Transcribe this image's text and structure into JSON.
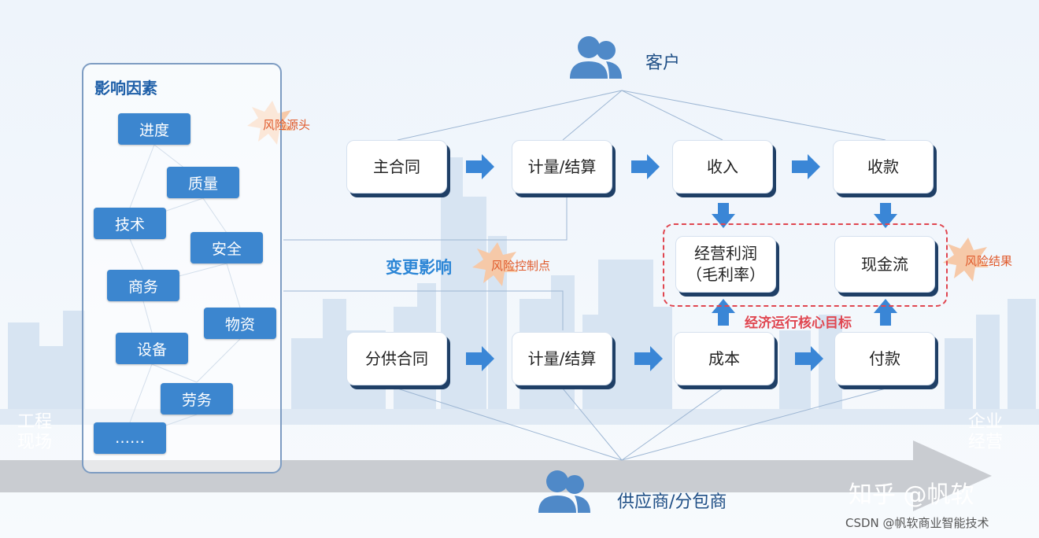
{
  "factors_panel": {
    "title": "影响因素",
    "items": [
      "进度",
      "质量",
      "技术",
      "安全",
      "商务",
      "物资",
      "设备",
      "劳务",
      "……"
    ]
  },
  "risk_tags": {
    "source": "风险源头",
    "control": "风险控制点",
    "result": "风险结果"
  },
  "change_label": "变更影响",
  "customer_label": "客户",
  "supplier_label": "供应商/分包商",
  "top_row": {
    "main_contract": "主合同",
    "measure_settle": "计量/结算",
    "revenue": "收入",
    "collection": "收款"
  },
  "bottom_row": {
    "subcontract": "分供合同",
    "measure_settle": "计量/结算",
    "cost": "成本",
    "payment": "付款"
  },
  "targets": {
    "profit_line1": "经营利润",
    "profit_line2": "（毛利率）",
    "cashflow": "现金流",
    "core_goal": "经济运行核心目标"
  },
  "side_labels": {
    "left_line1": "工程",
    "left_line2": "现场",
    "right_line1": "企业",
    "right_line2": "经营"
  },
  "watermarks": {
    "zhihu": "知乎 @帆软",
    "csdn": "CSDN @帆软商业智能技术"
  },
  "colors": {
    "factor_blue": "#3c86cf",
    "arrow_blue": "#3a86d6",
    "title_blue": "#1e5fa8",
    "risk_orange": "#e05a2b",
    "target_red": "#e04650"
  }
}
